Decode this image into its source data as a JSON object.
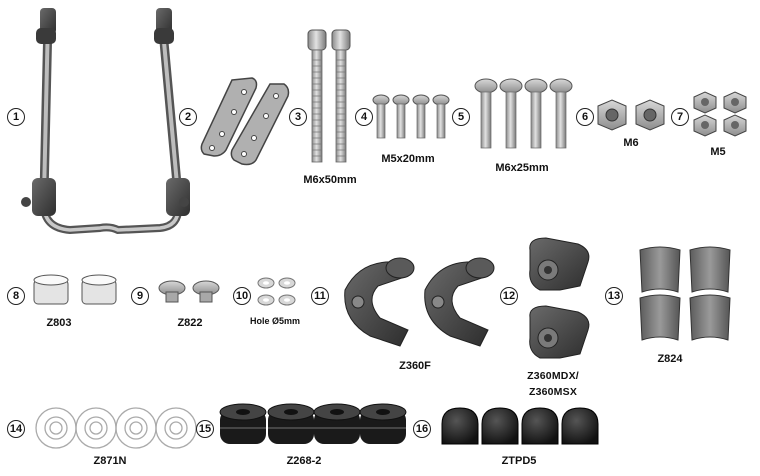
{
  "parts": [
    {
      "number": "1",
      "label": ""
    },
    {
      "number": "2",
      "label": ""
    },
    {
      "number": "3",
      "label": "M6x50mm"
    },
    {
      "number": "4",
      "label": "M5x20mm"
    },
    {
      "number": "5",
      "label": "M6x25mm"
    },
    {
      "number": "6",
      "label": "M6"
    },
    {
      "number": "7",
      "label": "M5"
    },
    {
      "number": "8",
      "label": "Z803"
    },
    {
      "number": "9",
      "label": "Z822"
    },
    {
      "number": "10",
      "label": "Hole Ø5mm"
    },
    {
      "number": "11",
      "label": "Z360F"
    },
    {
      "number": "12",
      "label": "Z360MDX/",
      "label2": "Z360MSX"
    },
    {
      "number": "13",
      "label": "Z824"
    },
    {
      "number": "14",
      "label": "Z871N"
    },
    {
      "number": "15",
      "label": "Z268-2"
    },
    {
      "number": "16",
      "label": "ZTPD5"
    }
  ]
}
